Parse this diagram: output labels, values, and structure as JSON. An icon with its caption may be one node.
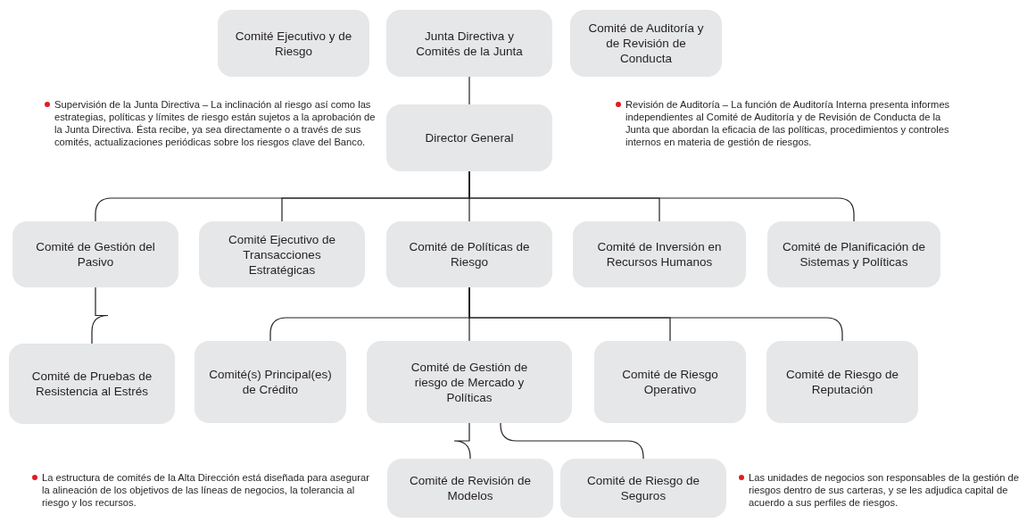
{
  "diagram": {
    "nodes": [
      {
        "text": [
          "Comité Ejecutivo y de Riesgo"
        ]
      },
      {
        "text": [
          "Junta Directiva y Comités de la Junta"
        ]
      },
      {
        "text": [
          "Comité de Auditoría y de Revisión de Conducta"
        ]
      },
      {
        "text": [
          "Director General"
        ]
      },
      {
        "text": [
          "Comité de Gestión del Pasivo"
        ]
      },
      {
        "text": [
          "Comité Ejecutivo de Transacciones Estratégicas"
        ]
      },
      {
        "text": [
          "Comité de Políticas de Riesgo"
        ]
      },
      {
        "text": [
          "Comité de Inversión en Recursos Humanos"
        ]
      },
      {
        "text": [
          "Comité de Planificación de Sistemas y Políticas"
        ]
      },
      {
        "text": [
          "Comité de Pruebas de Resistencia al Estrés"
        ]
      },
      {
        "text": [
          "Comité(s) Principal(es) de Crédito"
        ]
      },
      {
        "text": [
          "Comité de Gestión de riesgo de Mercado y Políticas"
        ]
      },
      {
        "text": [
          "Comité de Riesgo Operativo"
        ]
      },
      {
        "text": [
          "Comité de Riesgo de Reputación"
        ]
      },
      {
        "text": [
          "Comité de Revisión de Modelos"
        ]
      },
      {
        "text": [
          "Comité de Riesgo de Seguros"
        ]
      }
    ],
    "edges": [
      {
        "from": 1,
        "to": 3,
        "arrow": "none"
      },
      {
        "from": 3,
        "to": 4,
        "arrow": "none"
      },
      {
        "from": 3,
        "to": 5,
        "arrow": "none"
      },
      {
        "from": 3,
        "to": 6,
        "arrow": "none"
      },
      {
        "from": 3,
        "to": 7,
        "arrow": "none"
      },
      {
        "from": 3,
        "to": 8,
        "arrow": "none"
      },
      {
        "from": 4,
        "to": 9,
        "arrow": "none"
      },
      {
        "from": 6,
        "to": 10,
        "arrow": "none"
      },
      {
        "from": 6,
        "to": 11,
        "arrow": "none"
      },
      {
        "from": 6,
        "to": 12,
        "arrow": "none"
      },
      {
        "from": 6,
        "to": 13,
        "arrow": "none"
      },
      {
        "from": 11,
        "to": 14,
        "arrow": "none"
      },
      {
        "from": 11,
        "to": 15,
        "arrow": "none"
      }
    ],
    "labels": [
      "Supervisión de la Junta Directiva – La inclinación al riesgo así como las estrategias, políticas y límites de riesgo están sujetos a la aprobación de la Junta Directiva. Ésta recibe, ya sea directamente o a través de sus comités, actualizaciones periódicas sobre los riesgos clave del Banco.",
      "Revisión de Auditoría – La función de Auditoría Interna presenta informes independientes al Comité de Auditoría y de Revisión de Conducta de la Junta que abordan la eficacia de las políticas, procedimientos y controles internos en materia de gestión de riesgos.",
      "La estructura de comités de la Alta Dirección está diseñada para asegurar la alineación de los objetivos de las líneas de negocios, la tolerancia al riesgo y los recursos.",
      "Las unidades de negocios son responsables de la gestión de riesgos dentro de sus carteras, y se les adjudica capital de acuerdo a sus perfiles de riesgos."
    ]
  }
}
